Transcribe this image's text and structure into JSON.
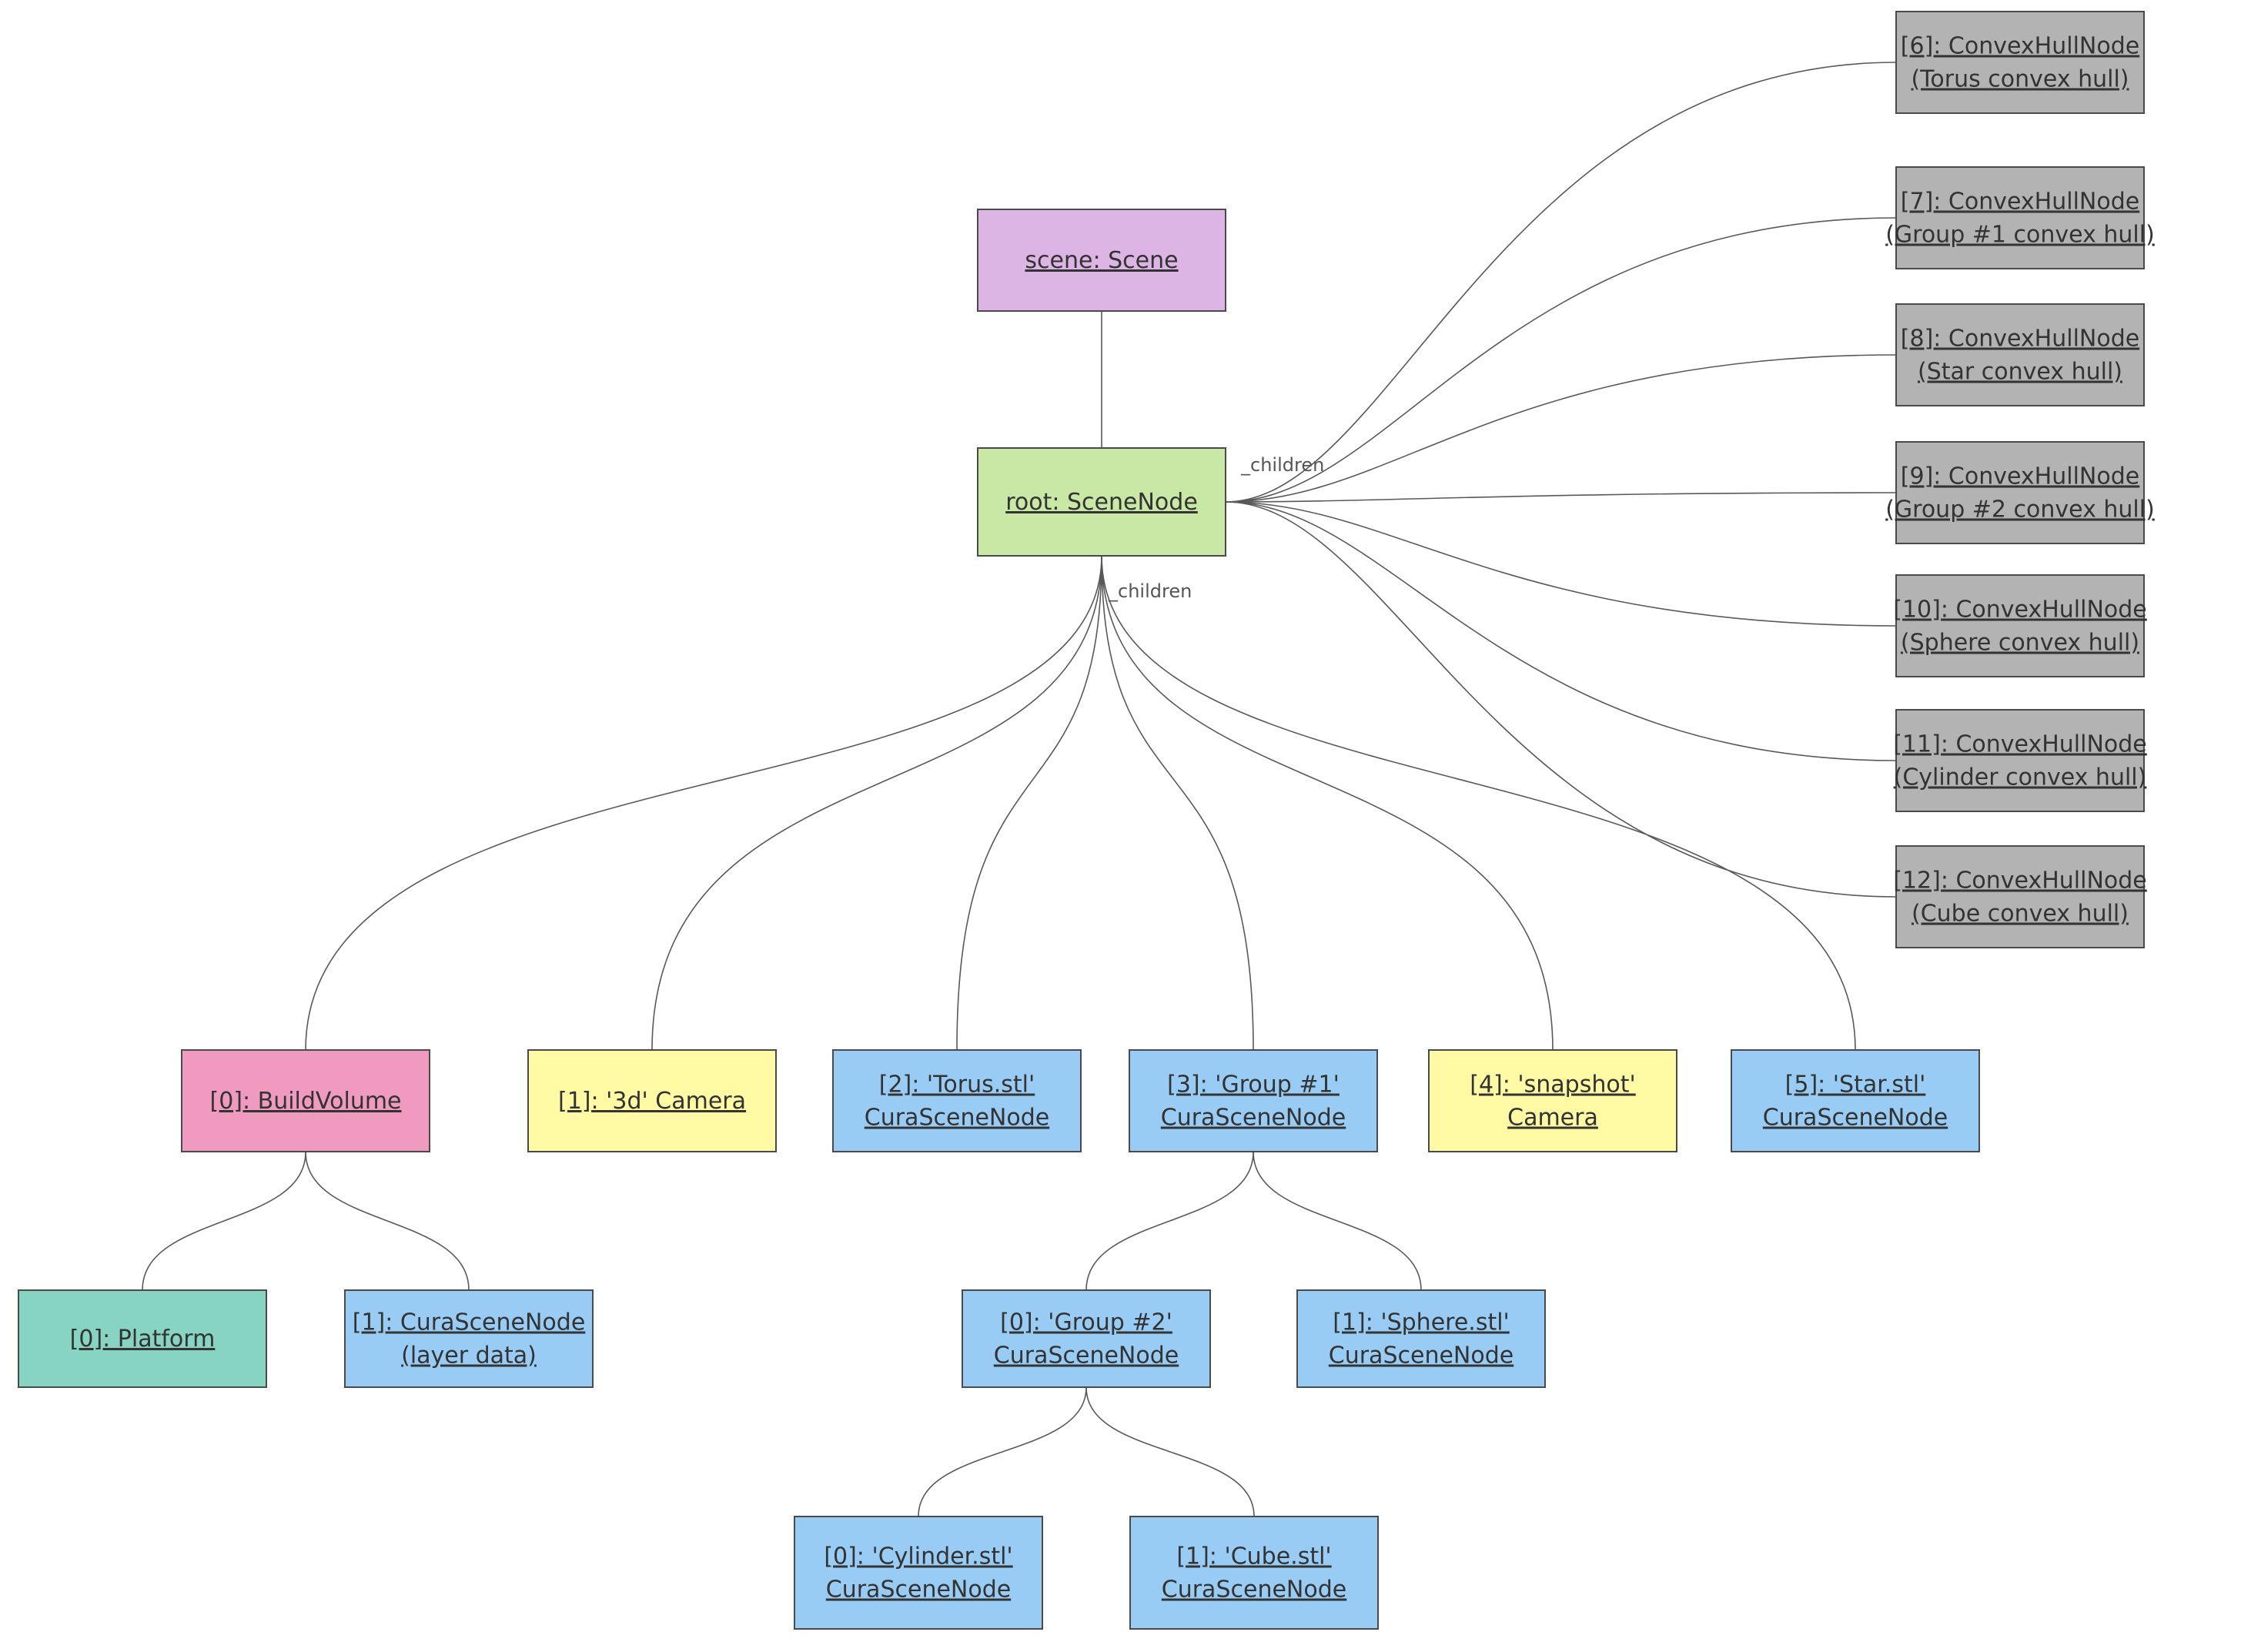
{
  "colors": {
    "scene": "#dcb5e5",
    "root": "#c9e8a6",
    "build_volume": "#f09ac0",
    "camera": "#fffaa3",
    "scene_node": "#99ccf5",
    "platform": "#88d4c3",
    "convex_hull": "#b3b3b3",
    "edge": "#595959"
  },
  "edge_labels": {
    "root_right": "_children",
    "root_down": "_children"
  },
  "nodes": {
    "scene": {
      "lines": [
        "scene: Scene"
      ],
      "color_key": "scene"
    },
    "root": {
      "lines": [
        "root: SceneNode"
      ],
      "color_key": "root"
    },
    "build_volume": {
      "lines": [
        "[0]: BuildVolume"
      ],
      "color_key": "build_volume"
    },
    "camera_3d": {
      "lines": [
        "[1]: '3d' Camera"
      ],
      "color_key": "camera"
    },
    "torus": {
      "lines": [
        "[2]: 'Torus.stl'",
        "CuraSceneNode"
      ],
      "color_key": "scene_node"
    },
    "group1": {
      "lines": [
        "[3]: 'Group #1'",
        "CuraSceneNode"
      ],
      "color_key": "scene_node"
    },
    "camera_snapshot": {
      "lines": [
        "[4]: 'snapshot'",
        "Camera"
      ],
      "color_key": "camera"
    },
    "star": {
      "lines": [
        "[5]: 'Star.stl'",
        "CuraSceneNode"
      ],
      "color_key": "scene_node"
    },
    "platform": {
      "lines": [
        "[0]: Platform"
      ],
      "color_key": "platform"
    },
    "layer_data": {
      "lines": [
        "[1]: CuraSceneNode",
        "(layer data)"
      ],
      "color_key": "scene_node"
    },
    "group2": {
      "lines": [
        "[0]: 'Group #2'",
        "CuraSceneNode"
      ],
      "color_key": "scene_node"
    },
    "sphere": {
      "lines": [
        "[1]: 'Sphere.stl'",
        "CuraSceneNode"
      ],
      "color_key": "scene_node"
    },
    "cylinder": {
      "lines": [
        "[0]: 'Cylinder.stl'",
        "CuraSceneNode"
      ],
      "color_key": "scene_node"
    },
    "cube": {
      "lines": [
        "[1]: 'Cube.stl'",
        "CuraSceneNode"
      ],
      "color_key": "scene_node"
    },
    "hull6": {
      "lines": [
        "[6]: ConvexHullNode",
        "(Torus convex hull)"
      ],
      "color_key": "convex_hull"
    },
    "hull7": {
      "lines": [
        "[7]: ConvexHullNode",
        "(Group #1 convex hull)"
      ],
      "color_key": "convex_hull"
    },
    "hull8": {
      "lines": [
        "[8]: ConvexHullNode",
        "(Star convex hull)"
      ],
      "color_key": "convex_hull"
    },
    "hull9": {
      "lines": [
        "[9]: ConvexHullNode",
        "(Group #2 convex hull)"
      ],
      "color_key": "convex_hull"
    },
    "hull10": {
      "lines": [
        "[10]: ConvexHullNode",
        "(Sphere convex hull)"
      ],
      "color_key": "convex_hull"
    },
    "hull11": {
      "lines": [
        "[11]: ConvexHullNode",
        "(Cylinder convex hull)"
      ],
      "color_key": "convex_hull"
    },
    "hull12": {
      "lines": [
        "[12]: ConvexHullNode",
        "(Cube convex hull)"
      ],
      "color_key": "convex_hull"
    }
  }
}
